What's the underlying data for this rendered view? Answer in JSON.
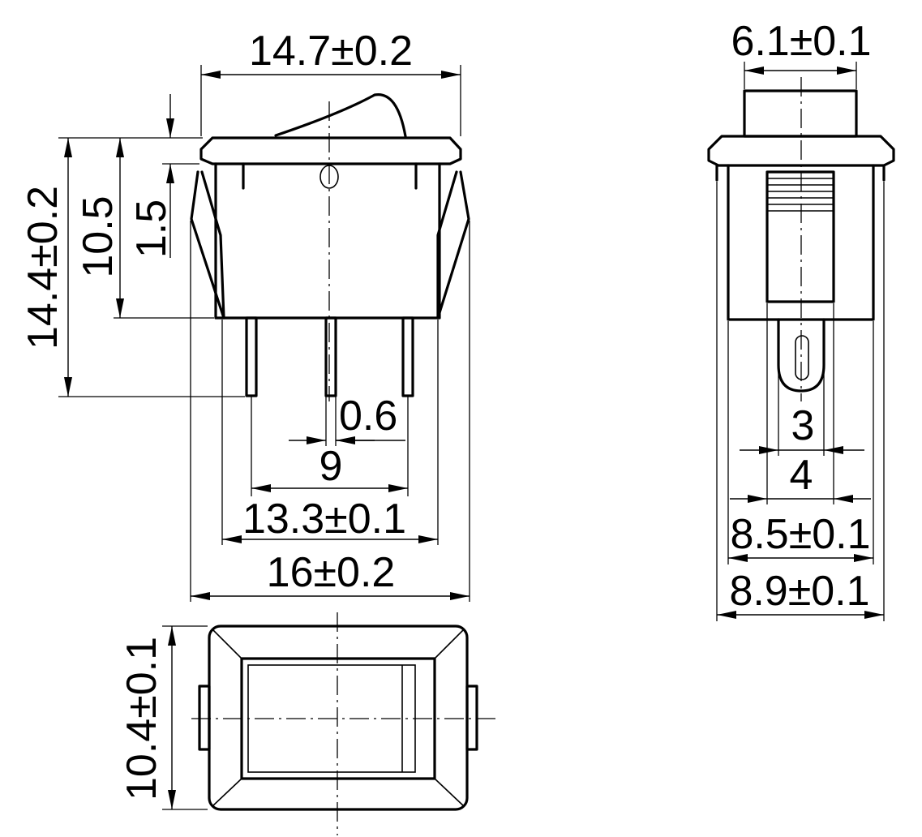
{
  "front_view": {
    "dim_width_top": "14.7±0.2",
    "dim_height_total": "14.4±0.2",
    "dim_body_height": "10.5",
    "dim_flange": "1.5",
    "dim_pin_thickness": "0.6",
    "dim_pin_pitch": "9",
    "dim_body_width": "13.3±0.1",
    "dim_clip_width": "16±0.2"
  },
  "side_view": {
    "dim_rocker_width": "6.1±0.1",
    "dim_pin_width": "3",
    "dim_window_width": "4",
    "dim_body_depth": "8.5±0.1",
    "dim_clip_depth": "8.9±0.1"
  },
  "top_view": {
    "dim_depth": "10.4±0.1"
  }
}
